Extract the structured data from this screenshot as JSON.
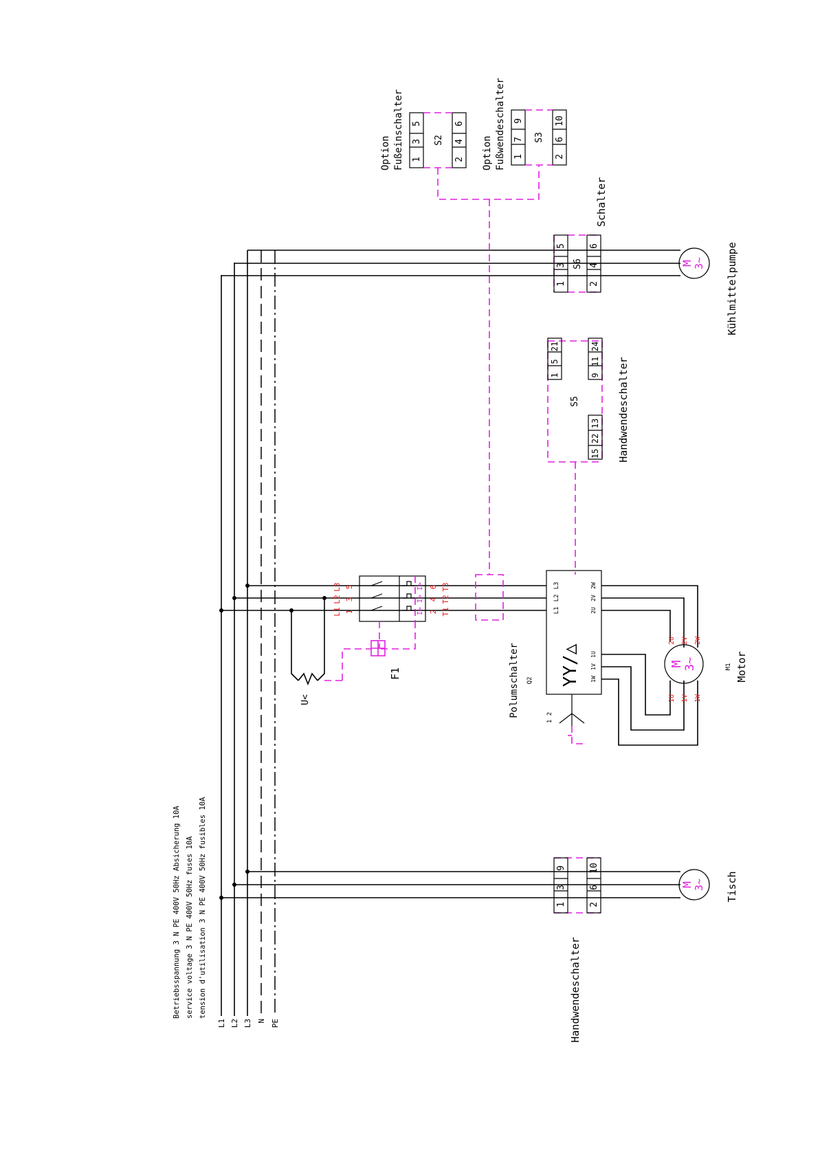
{
  "supply": {
    "line1": "Betriebsspannung 3 N PE 400V 50Hz Absicherung 10A",
    "line2": "service voltage 3 N PE 400V 50Hz fuses 10A",
    "line3": "tension d'utilisation 3 N PE 400V 50Hz fusibles 10A"
  },
  "buses": [
    "L1",
    "L2",
    "L3",
    "N",
    "PE"
  ],
  "s2": {
    "tag": "S2",
    "caption1": "Option",
    "caption2": "Fußeinschalter",
    "top": [
      "1",
      "3",
      "5"
    ],
    "bottom": [
      "2",
      "4",
      "6"
    ]
  },
  "s3": {
    "tag": "S3",
    "caption1": "Option",
    "caption2": "Fußwendeschalter",
    "top": [
      "1",
      "7",
      "9"
    ],
    "bottom": [
      "2",
      "6",
      "10"
    ]
  },
  "s6": {
    "tag": "S6",
    "caption": "Schalter",
    "top": [
      "1",
      "3",
      "5"
    ],
    "bottom": [
      "2",
      "4",
      "6"
    ]
  },
  "s5": {
    "tag": "S5",
    "caption": "Handwendeschalter",
    "topRight": [
      "1",
      "5",
      "21"
    ],
    "bottomRight": [
      "9",
      "11",
      "24"
    ],
    "topLeft": [
      "15",
      "22",
      "13"
    ]
  },
  "pump": {
    "caption": "Kühlmittelpumpe",
    "m": "M",
    "phase": "3~"
  },
  "table_switch": {
    "caption": "Handwendeschalter",
    "top": [
      "1",
      "3",
      "9"
    ],
    "bottom": [
      "2",
      "6",
      "10"
    ]
  },
  "table_motor": {
    "caption": "Tisch",
    "m": "M",
    "phase": "3~"
  },
  "f1": {
    "tag": "F1",
    "undervolt": "U<",
    "line_in": [
      "L1",
      "L2",
      "L3"
    ],
    "terms_in": [
      "1",
      "3",
      "5"
    ],
    "terms_out": [
      "2",
      "4",
      "6"
    ],
    "line_out": [
      "T1",
      "T2",
      "T3"
    ],
    "thermal": "I>"
  },
  "q2": {
    "caption": "Polumschalter",
    "tag": "Q2",
    "in": [
      "L1",
      "L2",
      "L3"
    ],
    "out2": [
      "2U",
      "2V",
      "2W"
    ],
    "out1": [
      "1U",
      "1V",
      "1W"
    ],
    "symbol": "YY/△",
    "positions": "1  2"
  },
  "m1": {
    "tag": "M1",
    "caption": "Motor",
    "m": "M",
    "phase": "3~",
    "t2": [
      "2U",
      "2V",
      "2W"
    ],
    "t1": [
      "1U",
      "1V",
      "1W"
    ]
  },
  "colors": {
    "wire": "#000000",
    "mechanical": "#e020e0",
    "terminal_label": "#e02020"
  }
}
